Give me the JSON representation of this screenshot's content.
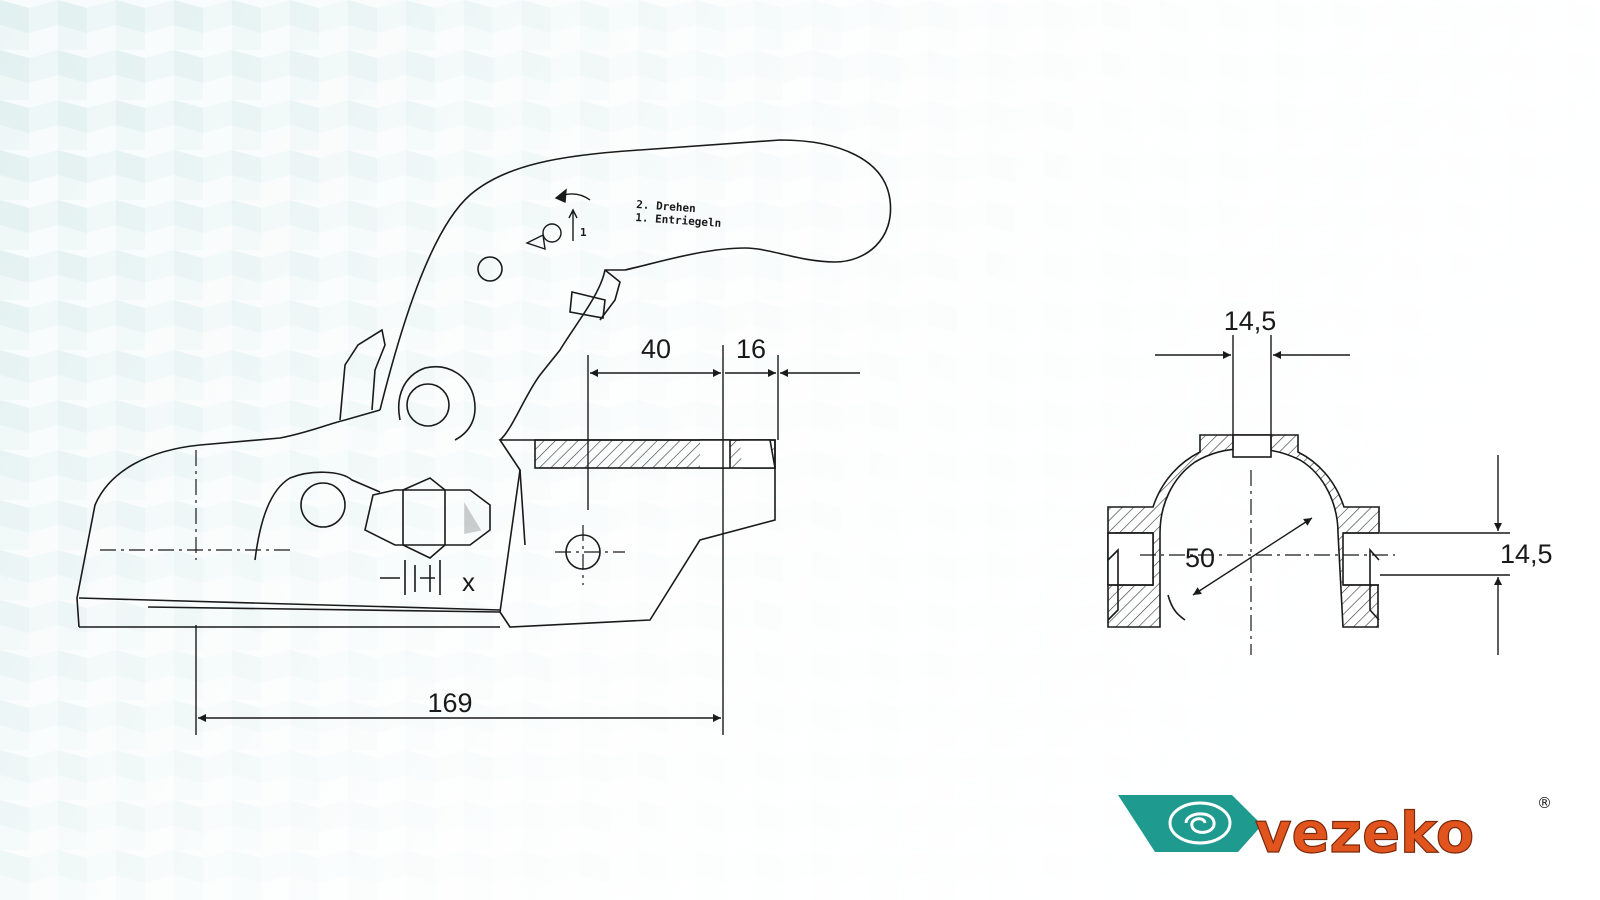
{
  "drawing": {
    "notes": {
      "line1": "2. Drehen",
      "line2": "1. Entriegeln",
      "step": "1"
    },
    "symbols": {
      "clearance_mark": "x"
    },
    "side_view_dimensions": {
      "overall": "169",
      "bolt_offset": "40",
      "end_offset": "16"
    },
    "section_view_dimensions": {
      "slot_width": "14,5",
      "ball_diameter": "50",
      "slot_height": "14,5"
    }
  },
  "logo": {
    "text": "vezeko",
    "trademark": "®",
    "colors": {
      "teal": "#1f9a8f",
      "orange": "#e1541d"
    }
  },
  "colors": {
    "line": "#1a1a1a",
    "hatch": "#333333",
    "pattern_tint": "#cfe6e6"
  }
}
